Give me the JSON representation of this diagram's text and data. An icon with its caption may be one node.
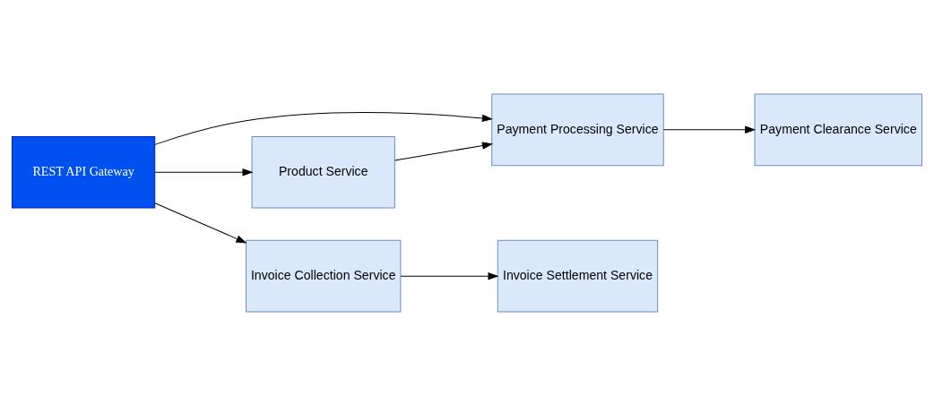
{
  "diagram": {
    "nodes": [
      {
        "text": [
          "REST API Gateway"
        ]
      },
      {
        "text": [
          "Payment Processing Service"
        ]
      },
      {
        "text": [
          "Invoice Collection Service"
        ]
      },
      {
        "text": [
          "Product Service"
        ]
      },
      {
        "text": [
          "Payment Clearance Service"
        ]
      },
      {
        "text": [
          "Invoice Settlement Service"
        ]
      }
    ],
    "edges": [
      {
        "from": 0,
        "to": 1,
        "arrow": "to"
      },
      {
        "from": 0,
        "to": 2,
        "arrow": "to"
      },
      {
        "from": 0,
        "to": 3,
        "arrow": "to"
      },
      {
        "from": 1,
        "to": 4,
        "arrow": "to"
      },
      {
        "from": 2,
        "to": 5,
        "arrow": "to"
      },
      {
        "from": 3,
        "to": 1,
        "arrow": "to"
      }
    ]
  }
}
